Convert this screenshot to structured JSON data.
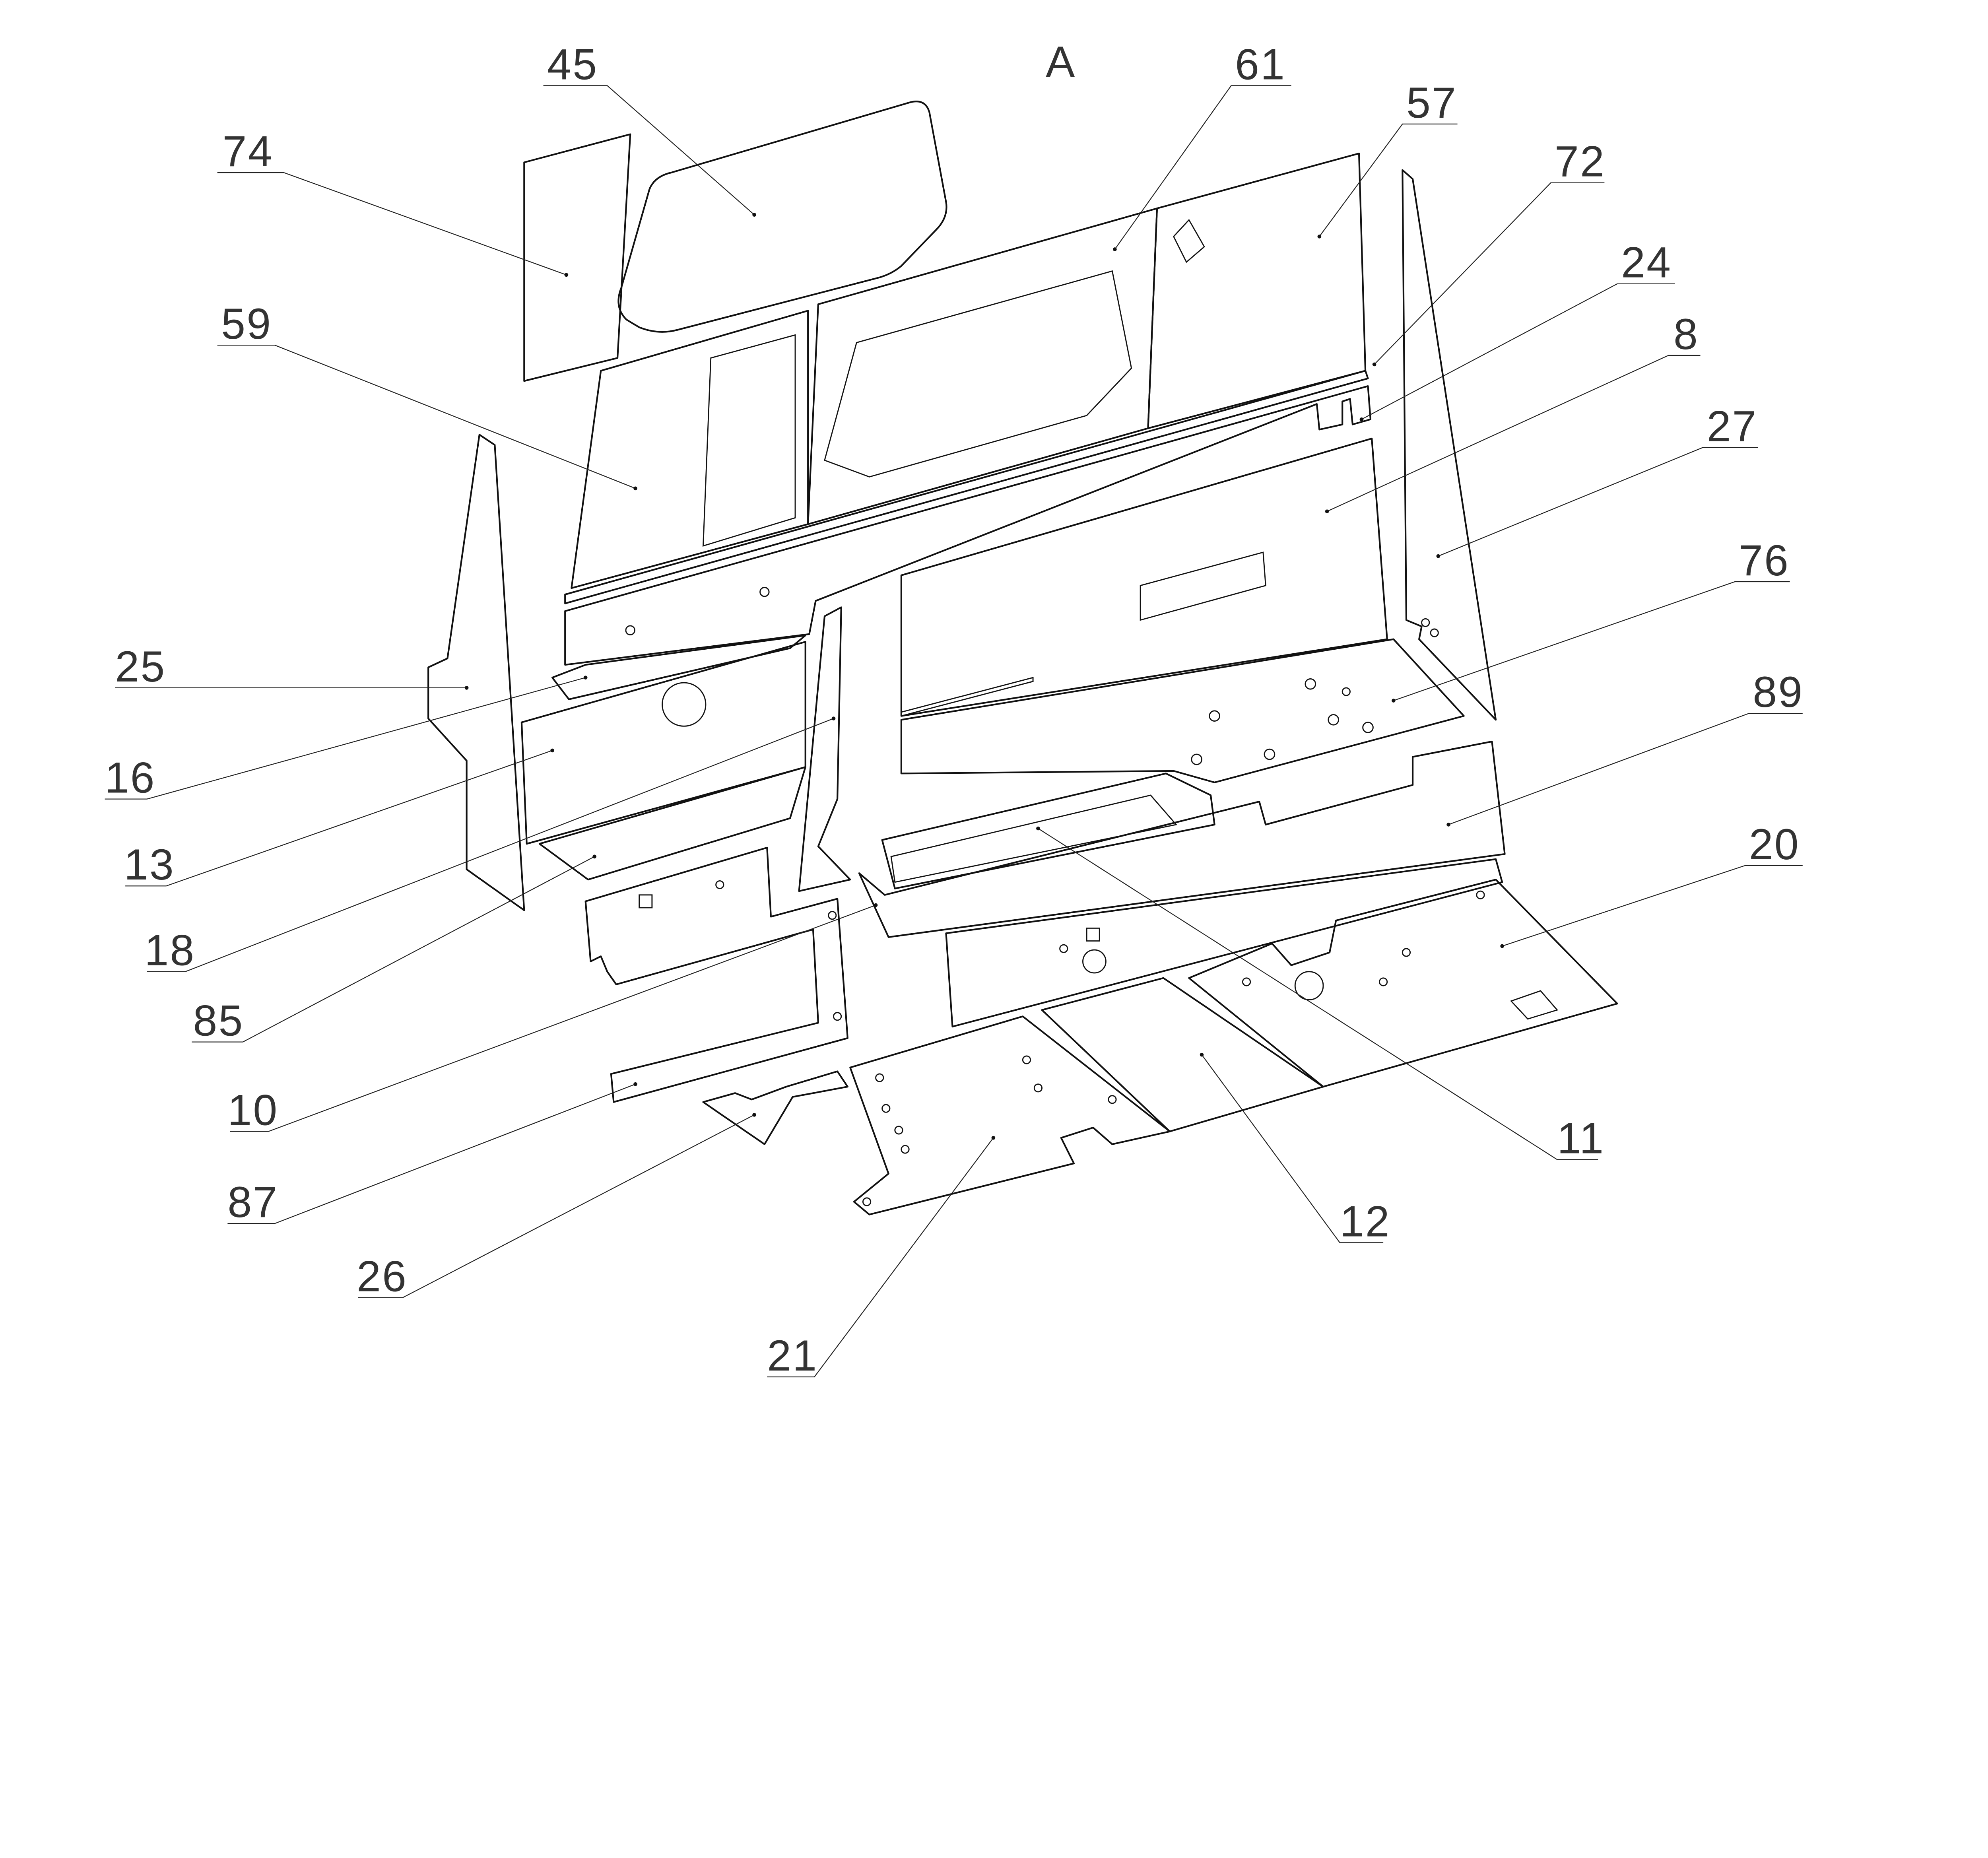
{
  "view_label": "A",
  "callouts": [
    "74",
    "45",
    "61",
    "57",
    "72",
    "24",
    "8",
    "59",
    "27",
    "76",
    "25",
    "89",
    "16",
    "20",
    "13",
    "18",
    "85",
    "10",
    "11",
    "87",
    "12",
    "26",
    "21"
  ]
}
